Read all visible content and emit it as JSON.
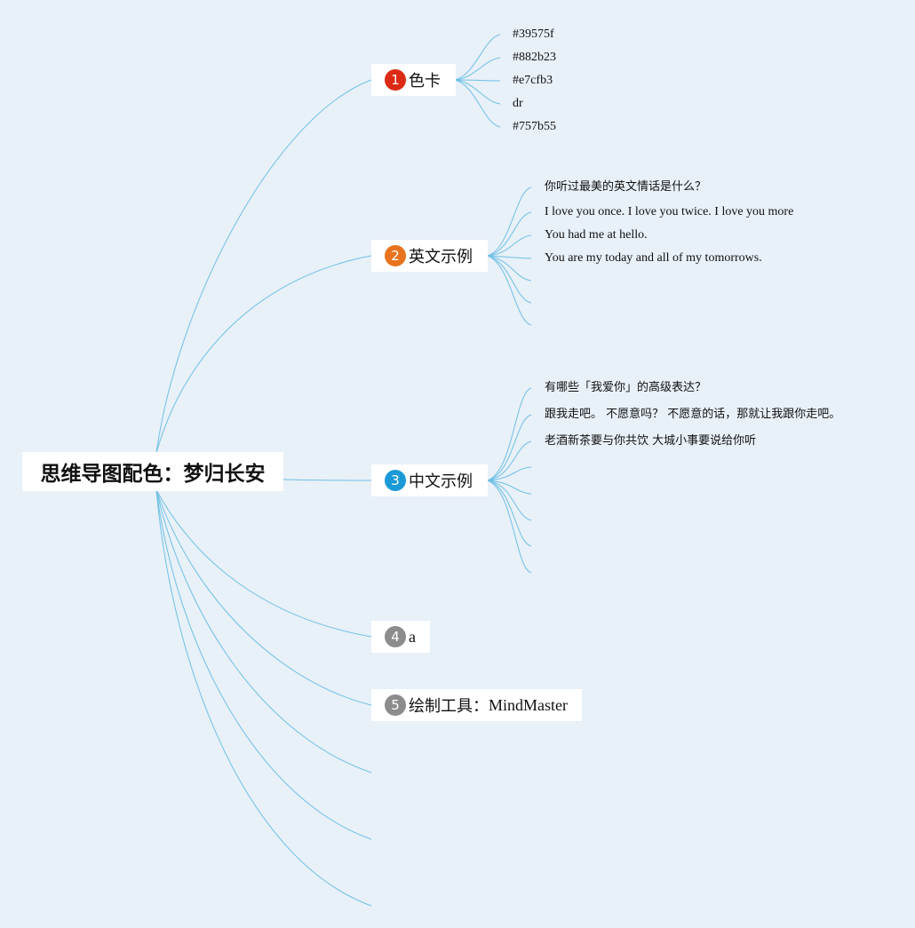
{
  "root": {
    "label": "思维导图配色：梦归长安"
  },
  "topics": [
    {
      "number": "1",
      "badge_color": "#dd2a15",
      "label": "色卡",
      "children": [
        "#39575f",
        "#882b23",
        "#e7cfb3",
        "dr",
        "#757b55"
      ]
    },
    {
      "number": "2",
      "badge_color": "#e8731e",
      "label": "英文示例",
      "children": [
        "你听过最美的英文情话是什么？",
        "I love you once. I love you twice. I love you more",
        "You had me at hello.",
        "You are my today and all of my tomorrows."
      ]
    },
    {
      "number": "3",
      "badge_color": "#1c9ad8",
      "label": "中文示例",
      "children": [
        "有哪些「我爱你」的高级表达？",
        "跟我走吧。 不愿意吗？ 不愿意的话，那就让我跟你走吧。",
        "老酒新茶要与你共饮 大城小事要说给你听"
      ]
    },
    {
      "number": "4",
      "badge_color": "#8c8c8c",
      "label": "a"
    },
    {
      "number": "5",
      "badge_color": "#8c8c8c",
      "label": "绘制工具：",
      "label_extra": "MindMaster"
    }
  ],
  "colors": {
    "background": "#e8f0f8",
    "line": "#6fc0e6"
  }
}
